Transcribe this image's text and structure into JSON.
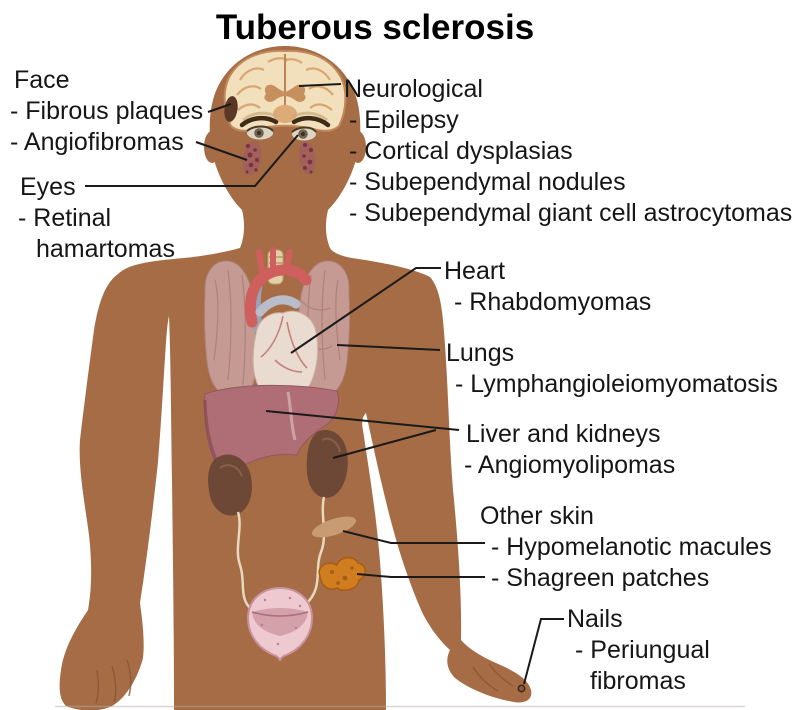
{
  "title": "Tuberous sclerosis",
  "annotations": {
    "face": {
      "heading": "Face",
      "items": [
        "- Fibrous plaques",
        "- Angiofibromas"
      ]
    },
    "eyes": {
      "heading": "Eyes",
      "items": [
        "- Retinal",
        "hamartomas"
      ]
    },
    "neurological": {
      "heading": "Neurological",
      "items": [
        "- Epilepsy",
        "- Cortical dysplasias",
        "- Subependymal nodules",
        "- Subependymal giant cell astrocytomas"
      ]
    },
    "heart": {
      "heading": "Heart",
      "items": [
        "- Rhabdomyomas"
      ]
    },
    "lungs": {
      "heading": "Lungs",
      "items": [
        "- Lymphangioleiomyomatosis"
      ]
    },
    "liver_kidneys": {
      "heading": "Liver and kidneys",
      "items": [
        "- Angiomyolipomas"
      ]
    },
    "skin": {
      "heading": "Other skin",
      "items": [
        "- Hypomelanotic macules",
        "- Shagreen patches"
      ]
    },
    "nails": {
      "heading": "Nails",
      "items": [
        "- Periungual",
        "fibromas"
      ]
    }
  },
  "colors": {
    "skin": "#a56c46",
    "leader_line": "#1a1a1a",
    "brain": "#f2dfbc",
    "lung": "#c49a92",
    "heart": "#eadbd0",
    "liver": "#af6e76",
    "kidney": "#6e4837",
    "bladder": "#eec9cf",
    "hypomelanotic_macule": "#c89b73",
    "shagreen_patch": "#d07d20"
  }
}
